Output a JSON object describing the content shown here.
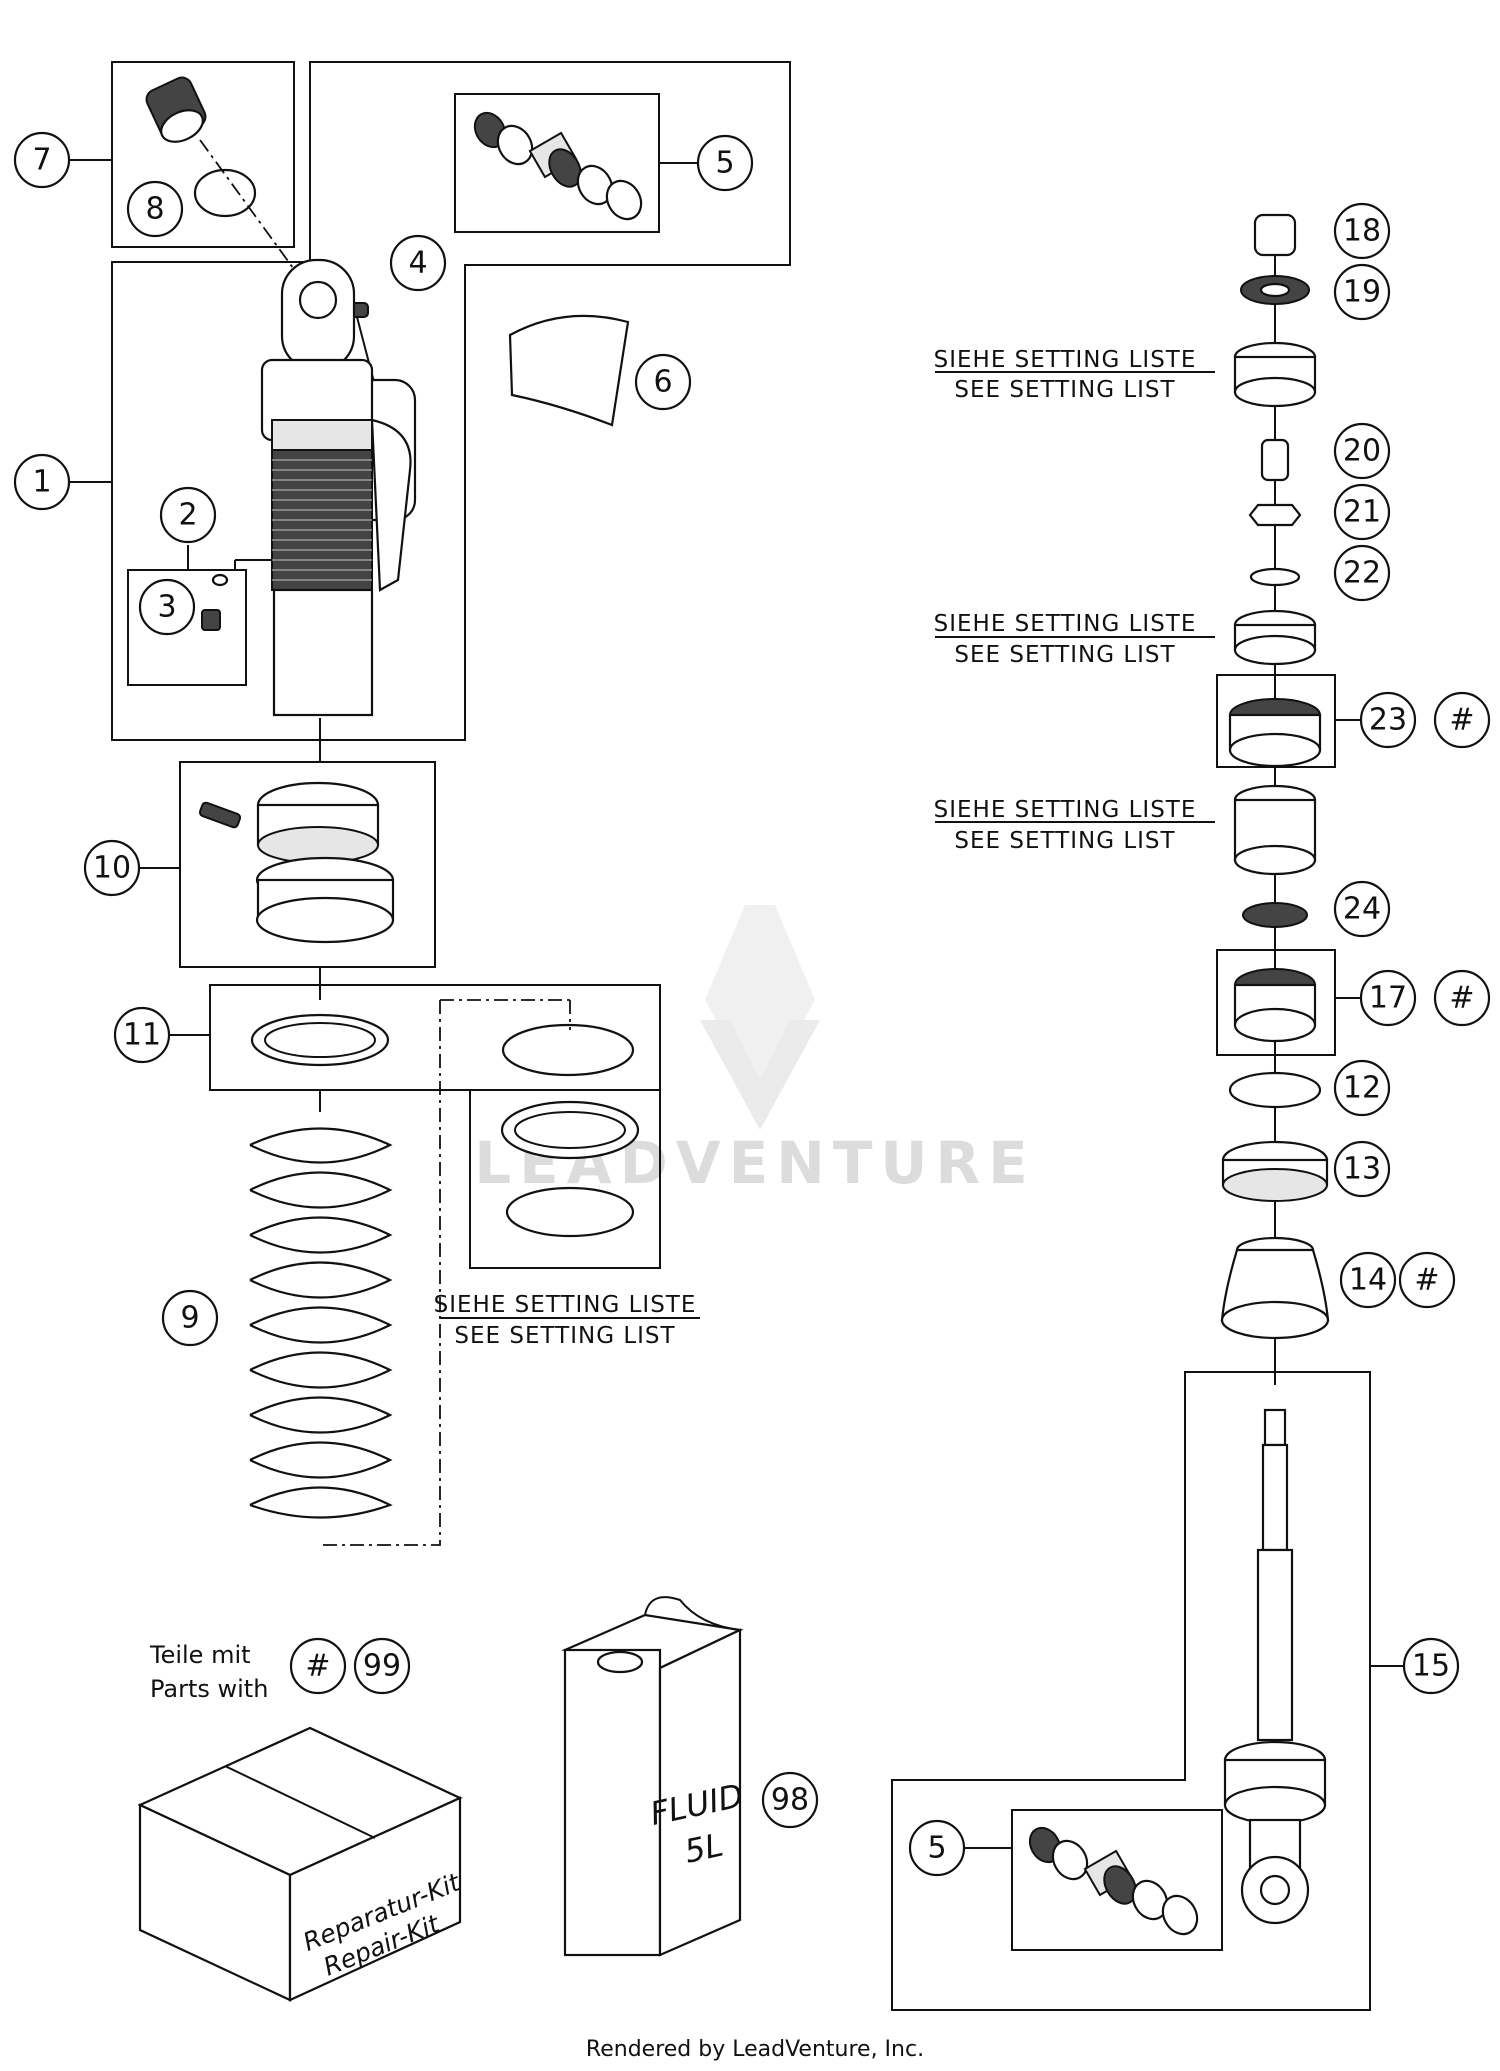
{
  "callouts": [
    {
      "id": "c7",
      "label": "7"
    },
    {
      "id": "c8",
      "label": "8"
    },
    {
      "id": "c5a",
      "label": "5"
    },
    {
      "id": "c4",
      "label": "4"
    },
    {
      "id": "c6",
      "label": "6"
    },
    {
      "id": "c1",
      "label": "1"
    },
    {
      "id": "c2",
      "label": "2"
    },
    {
      "id": "c3",
      "label": "3"
    },
    {
      "id": "c10",
      "label": "10"
    },
    {
      "id": "c11",
      "label": "11"
    },
    {
      "id": "c9",
      "label": "9"
    },
    {
      "id": "c18",
      "label": "18"
    },
    {
      "id": "c19",
      "label": "19"
    },
    {
      "id": "c20",
      "label": "20"
    },
    {
      "id": "c21",
      "label": "21"
    },
    {
      "id": "c22",
      "label": "22"
    },
    {
      "id": "c23",
      "label": "23"
    },
    {
      "id": "c23h",
      "label": "#"
    },
    {
      "id": "c24",
      "label": "24"
    },
    {
      "id": "c17",
      "label": "17"
    },
    {
      "id": "c17h",
      "label": "#"
    },
    {
      "id": "c12",
      "label": "12"
    },
    {
      "id": "c13",
      "label": "13"
    },
    {
      "id": "c14",
      "label": "14"
    },
    {
      "id": "c14h",
      "label": "#"
    },
    {
      "id": "c15",
      "label": "15"
    },
    {
      "id": "c5b",
      "label": "5"
    },
    {
      "id": "c99h",
      "label": "#"
    },
    {
      "id": "c99",
      "label": "99"
    },
    {
      "id": "c98",
      "label": "98"
    }
  ],
  "setting_note": {
    "line1": "SIEHE SETTING LISTE",
    "line2": "SEE SETTING LIST"
  },
  "parts_with": {
    "line1": "Teile mit",
    "line2": "Parts with"
  },
  "kit": {
    "line1": "Reparatur-Kit",
    "line2": "Repair-Kit"
  },
  "fluid": {
    "line1": "FLUID",
    "line2": "5L"
  },
  "watermark": "LEADVENTURE",
  "footer": "Rendered by LeadVenture, Inc."
}
